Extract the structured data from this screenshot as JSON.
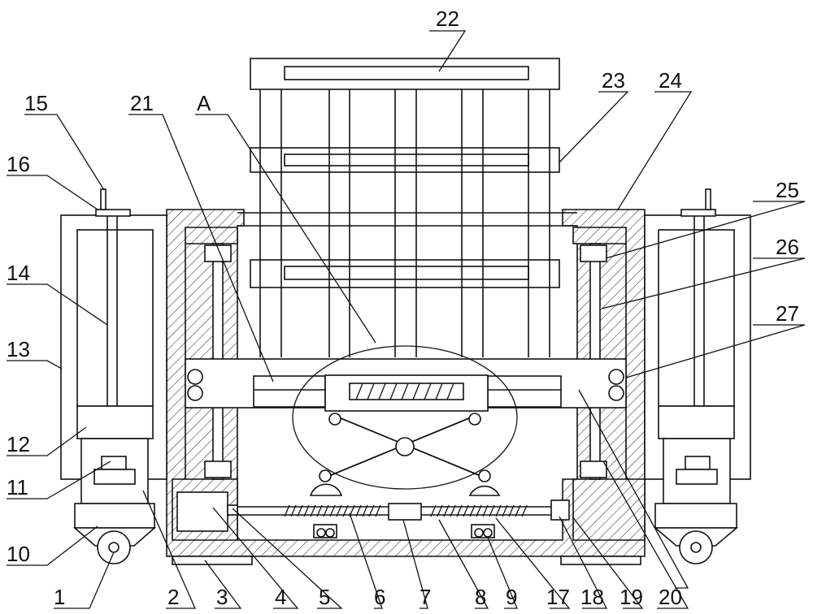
{
  "figure": {
    "labels": {
      "n1": "1",
      "n2": "2",
      "n3": "3",
      "n4": "4",
      "n5": "5",
      "n6": "6",
      "n7": "7",
      "n8": "8",
      "n9": "9",
      "n10": "10",
      "n11": "11",
      "n12": "12",
      "n13": "13",
      "n14": "14",
      "n15": "15",
      "n16": "16",
      "n17": "17",
      "n18": "18",
      "n19": "19",
      "n20": "20",
      "n21": "21",
      "n22": "22",
      "n23": "23",
      "n24": "24",
      "n25": "25",
      "n26": "26",
      "n27": "27",
      "detail_a": "A"
    }
  }
}
